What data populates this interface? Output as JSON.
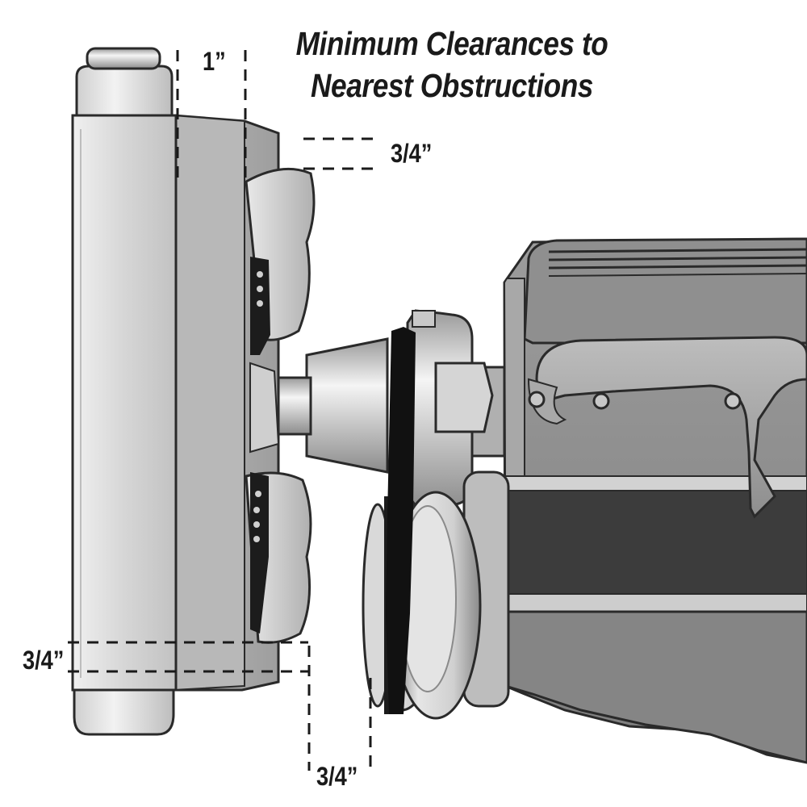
{
  "title": {
    "line1": "Minimum Clearances to",
    "line2": "Nearest Obstructions"
  },
  "dimensions": {
    "top_clearance": "1”",
    "fan_clearance": "3/4”",
    "bottom_left_clearance": "3/4”",
    "bottom_clearance": "3/4”"
  },
  "colors": {
    "dimension_lines": "#1a1a1a",
    "radiator_metal": "#d4d4d4",
    "engine_gray": "#8a8a8a",
    "engine_dark": "#3a3a3a",
    "belt": "#111111"
  },
  "components": [
    "radiator",
    "fan-shroud",
    "fan",
    "water-pump",
    "pulley",
    "belt",
    "engine-block",
    "intake-manifold"
  ]
}
